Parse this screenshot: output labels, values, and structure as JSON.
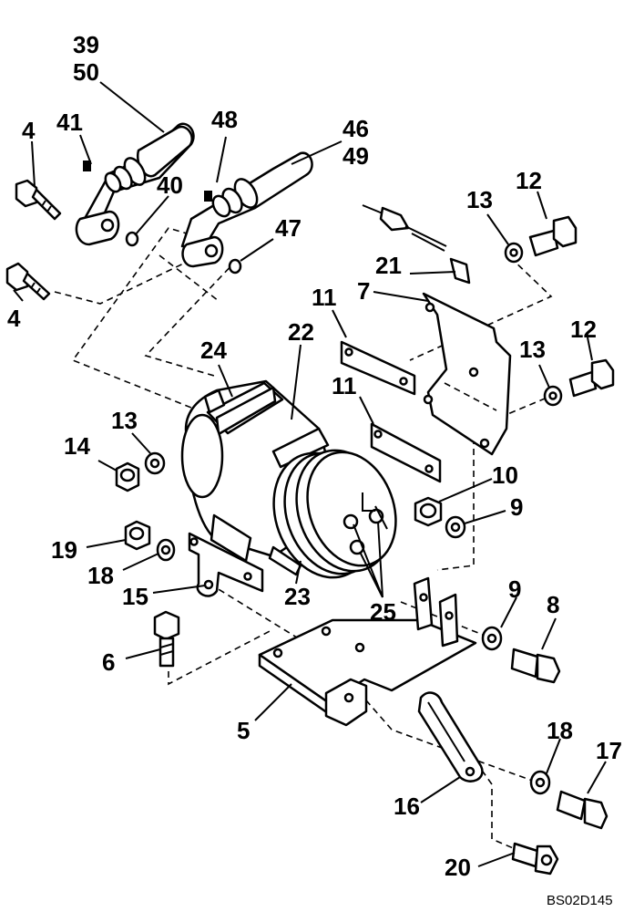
{
  "figure_code": "BS02D145",
  "callouts": {
    "c39": "39",
    "c50": "50",
    "c41": "41",
    "c48": "48",
    "c46": "46",
    "c49": "49",
    "c4a": "4",
    "c4b": "4",
    "c40": "40",
    "c47": "47",
    "c13a": "13",
    "c12a": "12",
    "c21": "21",
    "c7": "7",
    "c11a": "11",
    "c22": "22",
    "c24": "24",
    "c11b": "11",
    "c13b": "13",
    "c12b": "12",
    "c13c": "13",
    "c14": "14",
    "c10": "10",
    "c9a": "9",
    "c19": "19",
    "c18a": "18",
    "c15": "15",
    "c23": "23",
    "c25": "25",
    "c9b": "9",
    "c8": "8",
    "c6": "6",
    "c5": "5",
    "c18b": "18",
    "c17": "17",
    "c16": "16",
    "c20": "20"
  }
}
